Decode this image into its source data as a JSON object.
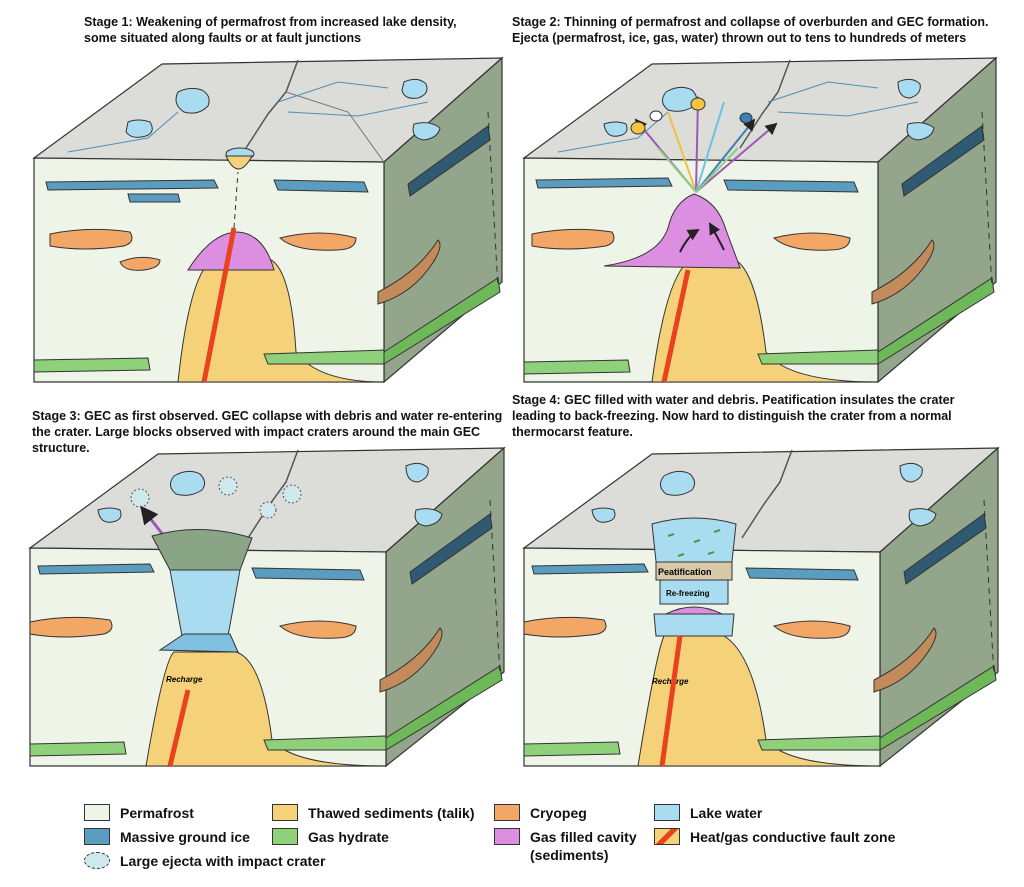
{
  "stages": [
    {
      "caption": "Stage 1: Weakening of permafrost from increased lake density, some situated along faults or at fault junctions"
    },
    {
      "caption": "Stage 2: Thinning of permafrost and collapse of overburden and GEC formation. Ejecta (permafrost, ice, gas, water) thrown out to tens to hundreds of meters"
    },
    {
      "caption": "Stage 3: GEC as first observed. GEC collapse with debris and water re-entering the crater. Large blocks observed with impact craters around the main GEC structure.",
      "recharge_label": "Recharge"
    },
    {
      "caption": "Stage 4: GEC filled with water and debris. Peatification insulates the crater leading to back-freezing. Now hard to distinguish the crater from a normal thermocarst feature.",
      "peatification_label": "Peatification",
      "refreezing_label": "Re-freezing",
      "recharge_label": "Recharge"
    }
  ],
  "legend": [
    {
      "label": "Permafrost",
      "color": "#eef5e8",
      "icon": "permafrost-swatch"
    },
    {
      "label": "Massive ground ice",
      "color": "#5a9dc0",
      "icon": "ground-ice-swatch"
    },
    {
      "label": "Large ejecta with impact crater",
      "color": "#cfe8ee",
      "icon": "ejecta-crater-icon"
    },
    {
      "label": "Thawed sediments (talik)",
      "color": "#f5d27a",
      "icon": "talik-swatch"
    },
    {
      "label": "Gas hydrate",
      "color": "#8fd07a",
      "icon": "gas-hydrate-swatch"
    },
    {
      "label": "Cryopeg",
      "color": "#f2a766",
      "icon": "cryopeg-swatch"
    },
    {
      "label": "Gas filled cavity (sediments)",
      "color": "#dc8ee0",
      "icon": "gas-cavity-swatch"
    },
    {
      "label": "Lake water",
      "color": "#a9dcf0",
      "icon": "lake-water-swatch"
    },
    {
      "label": "Heat/gas conductive fault zone",
      "color": "#e8421e",
      "icon": "fault-zone-swatch"
    }
  ]
}
